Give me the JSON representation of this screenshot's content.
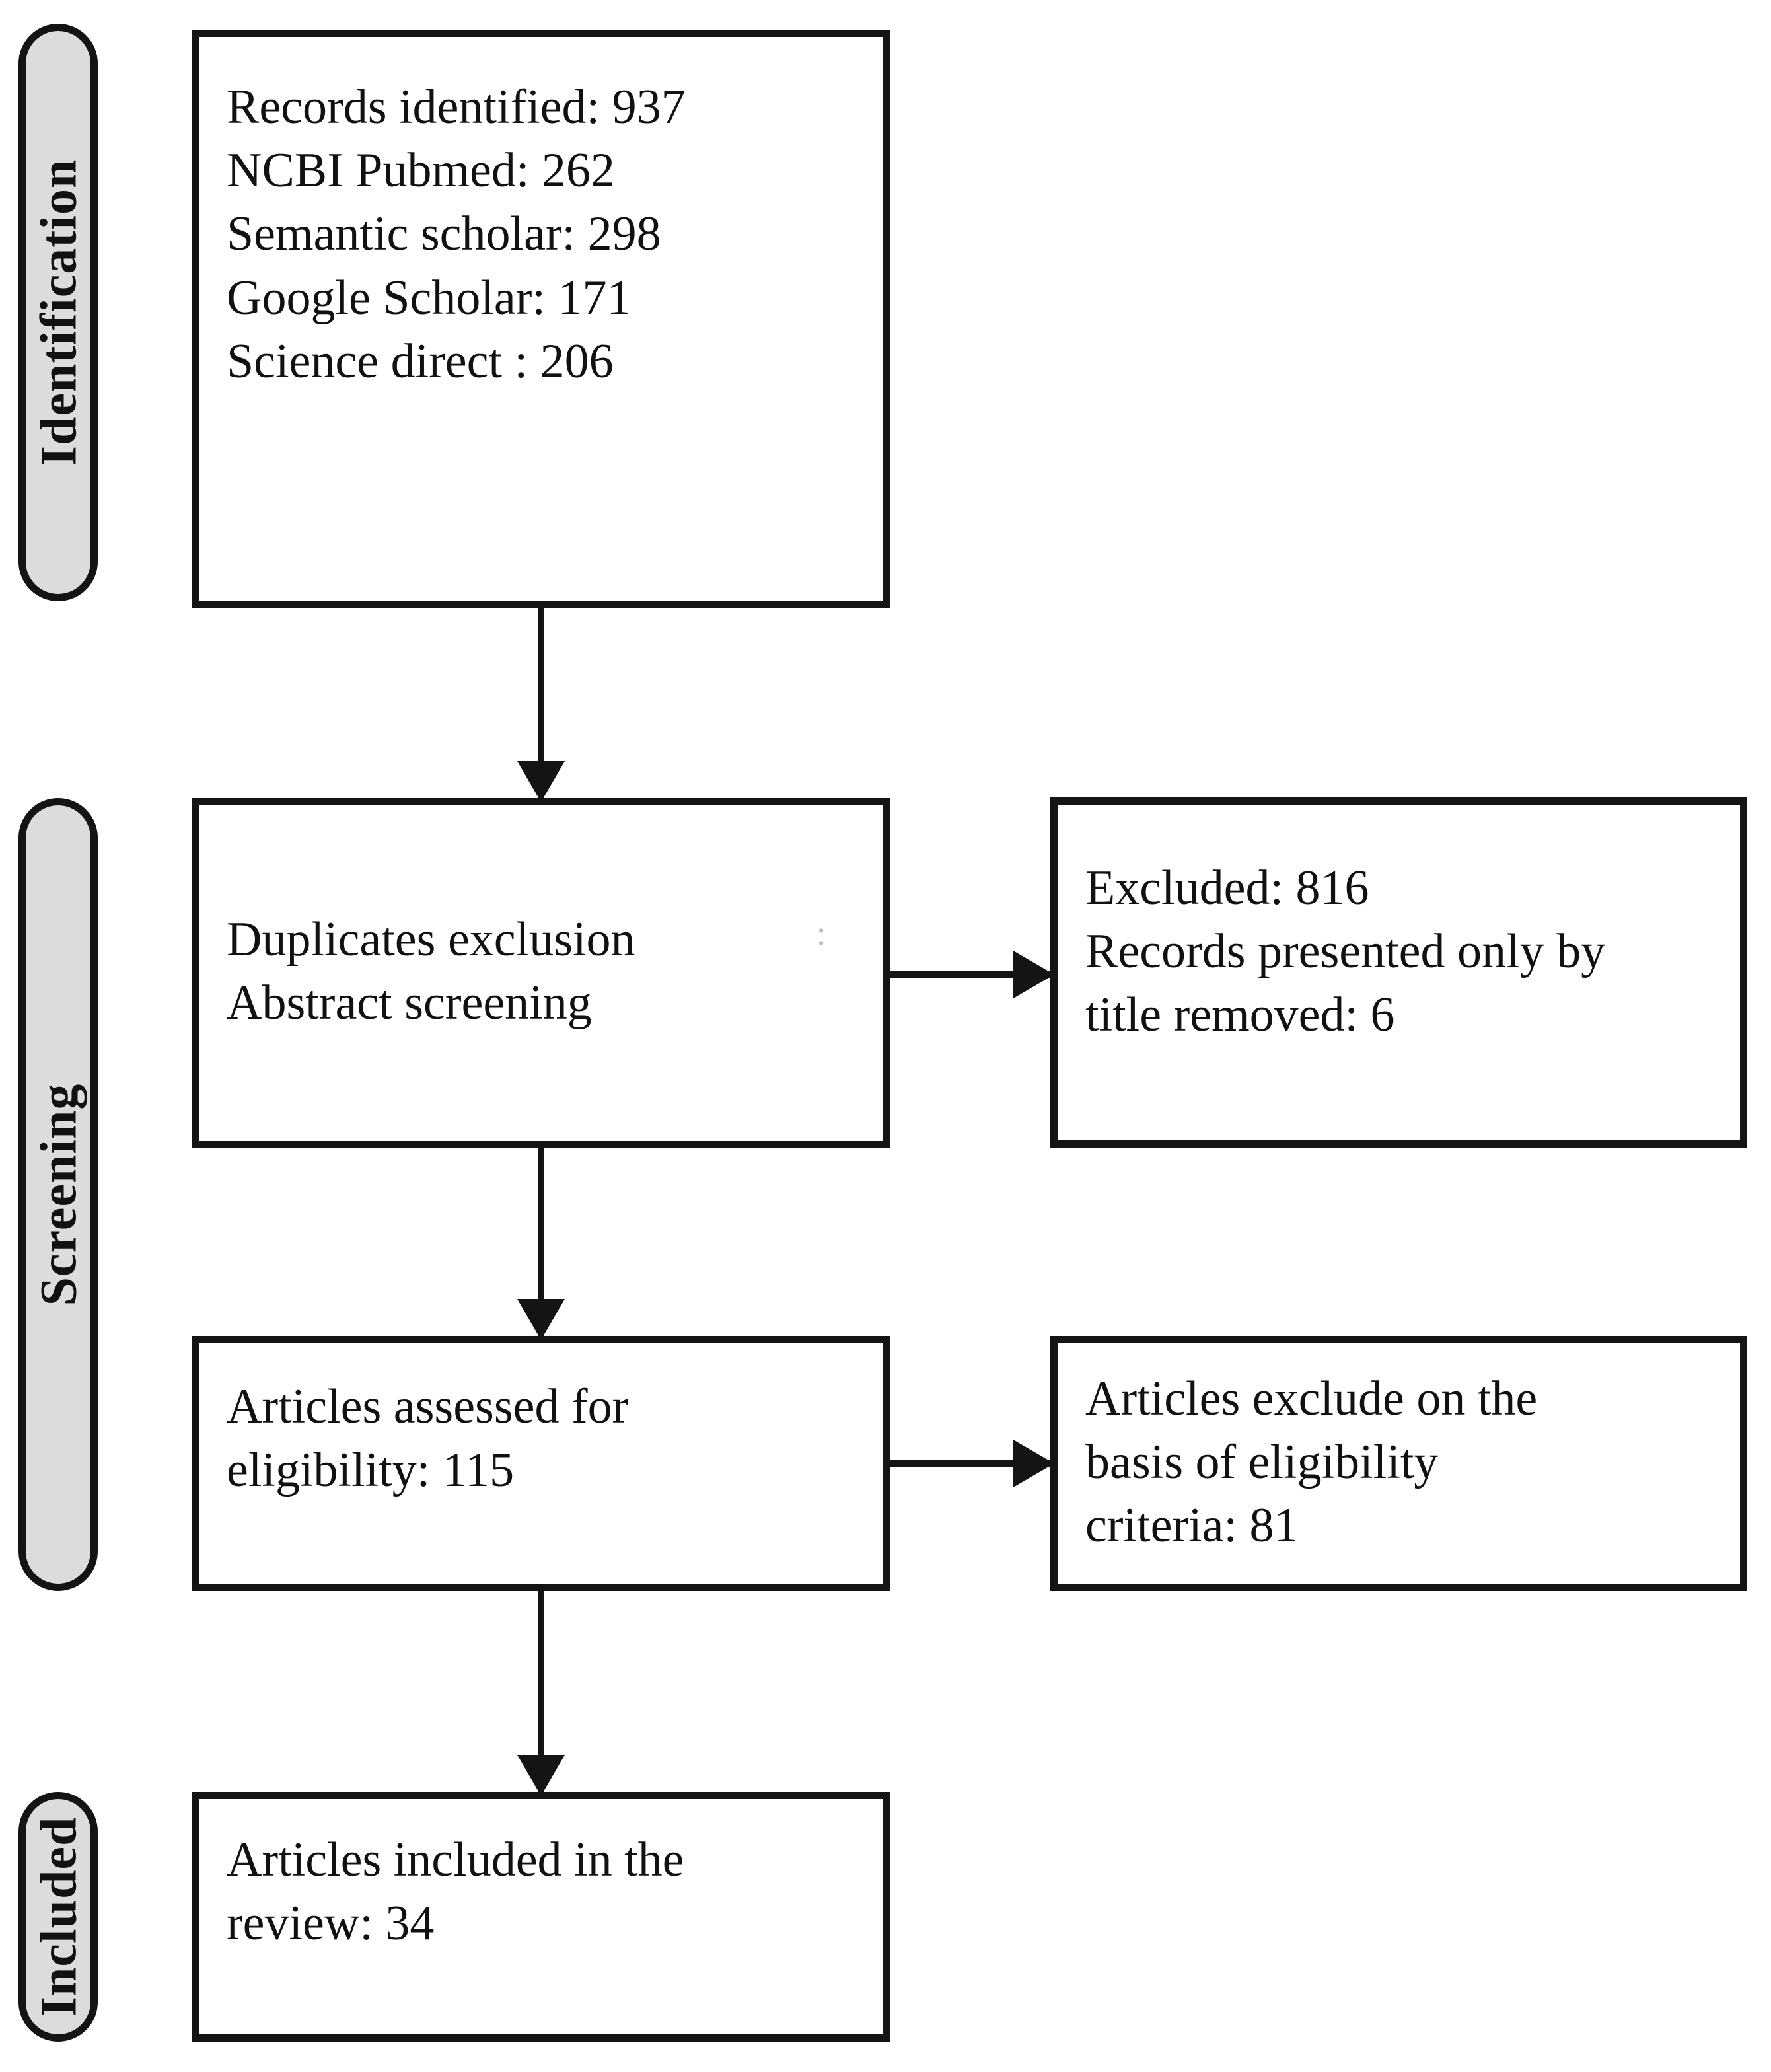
{
  "diagram": {
    "title": "PRISMA flow diagram",
    "type": "flowchart",
    "background_color": "#ffffff",
    "line_color": "#141414",
    "pill_fill_color": "#dcdcdc"
  },
  "stages": [
    {
      "id": "identification",
      "label": "Identification"
    },
    {
      "id": "screening",
      "label": "Screening"
    },
    {
      "id": "included",
      "label": "Included"
    }
  ],
  "boxes": {
    "identification": {
      "lines": [
        "Records identified:  937",
        "NCBI   Pubmed: 262",
        "Semantic scholar: 298",
        "Google Scholar: 171",
        "Science direct : 206"
      ]
    },
    "screening": {
      "lines": [
        "Duplicates exclusion",
        "Abstract screening"
      ]
    },
    "screening_excluded": {
      "lines": [
        "Excluded: 816",
        "Records presented only by",
        "title removed: 6"
      ]
    },
    "eligibility": {
      "lines": [
        "Articles assessed for",
        "eligibility: 115"
      ]
    },
    "eligibility_excluded": {
      "lines": [
        "Articles exclude on the",
        "basis of eligibility",
        "criteria: 81"
      ]
    },
    "included": {
      "lines": [
        "Articles included in the",
        "review: 34"
      ]
    }
  },
  "counts": {
    "records_identified": 937,
    "ncbi_pubmed": 262,
    "semantic_scholar": 298,
    "google_scholar": 171,
    "science_direct": 206,
    "excluded_screening": 816,
    "title_only_removed": 6,
    "assessed_for_eligibility": 115,
    "excluded_eligibility": 81,
    "included_in_review": 34
  },
  "artifact": {
    "mark": ":"
  }
}
